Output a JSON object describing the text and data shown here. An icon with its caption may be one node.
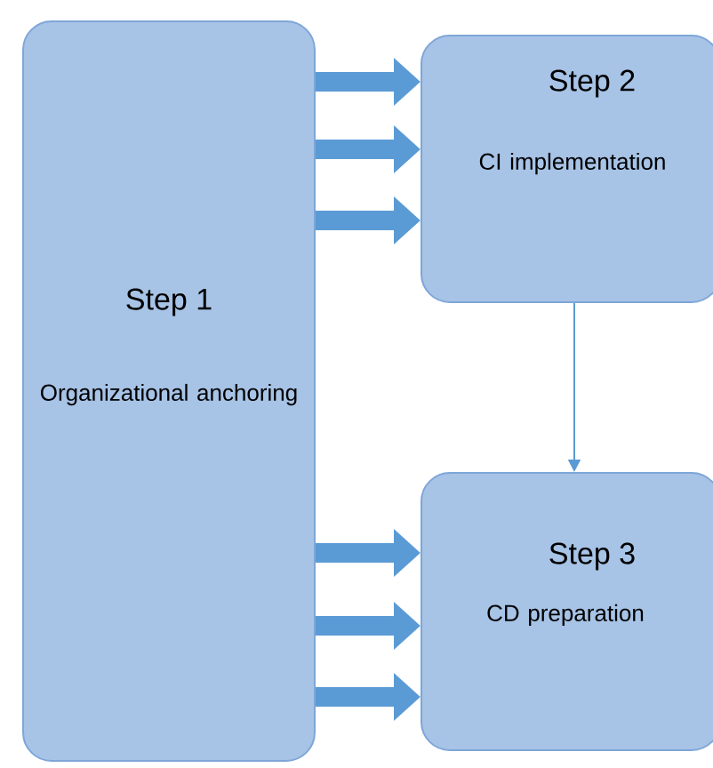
{
  "diagram": {
    "nodes": [
      {
        "text": [
          "Step 1",
          "Organizational anchoring"
        ]
      },
      {
        "text": [
          "Step 2",
          "CI implementation"
        ]
      },
      {
        "text": [
          "Step 3",
          "CD preparation"
        ]
      }
    ],
    "edges": [
      {
        "from": 0,
        "to": 1,
        "arrow": "to"
      },
      {
        "from": 0,
        "to": 1,
        "arrow": "to"
      },
      {
        "from": 0,
        "to": 1,
        "arrow": "to"
      },
      {
        "from": 1,
        "to": 2,
        "arrow": "to"
      },
      {
        "from": 0,
        "to": 2,
        "arrow": "to"
      },
      {
        "from": 0,
        "to": 2,
        "arrow": "to"
      },
      {
        "from": 0,
        "to": 2,
        "arrow": "to"
      }
    ]
  }
}
